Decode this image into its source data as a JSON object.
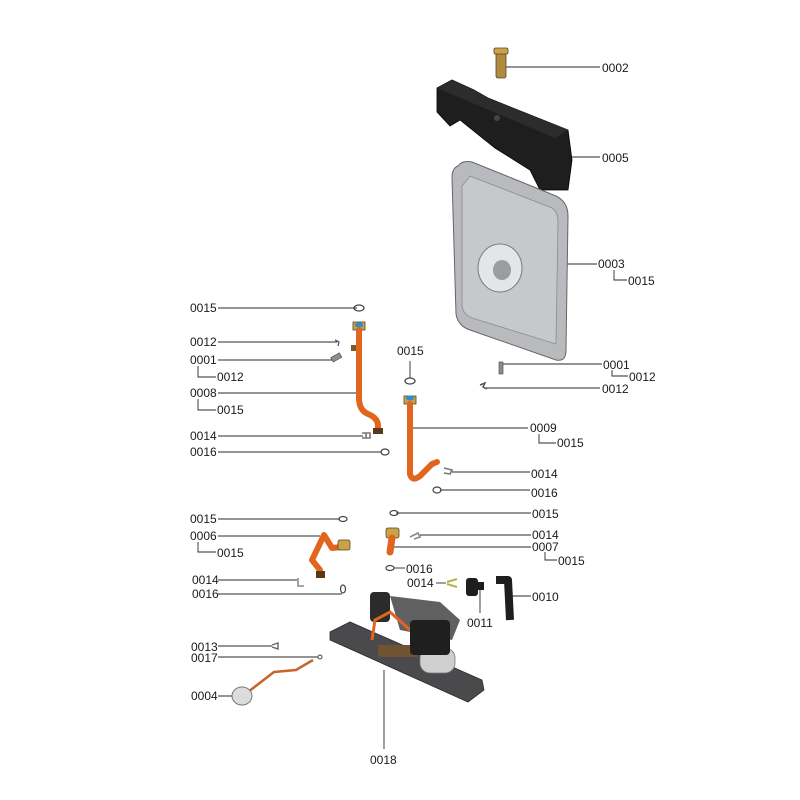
{
  "diagram": {
    "title": "Exploded parts diagram",
    "parts": [
      {
        "id": "p0002",
        "label": "0002",
        "name": "air-vent-valve"
      },
      {
        "id": "p0005",
        "label": "0005",
        "name": "heat-exchanger-cover"
      },
      {
        "id": "p0003",
        "label": "0003",
        "name": "heat-exchanger"
      },
      {
        "id": "p0001",
        "label": "0001",
        "name": "sensor"
      },
      {
        "id": "p0012",
        "label": "0012",
        "name": "clip"
      },
      {
        "id": "p0015",
        "label": "0015",
        "name": "o-ring"
      },
      {
        "id": "p0008",
        "label": "0008",
        "name": "pipe"
      },
      {
        "id": "p0009",
        "label": "0009",
        "name": "pipe"
      },
      {
        "id": "p0014",
        "label": "0014",
        "name": "clip"
      },
      {
        "id": "p0016",
        "label": "0016",
        "name": "o-ring"
      },
      {
        "id": "p0006",
        "label": "0006",
        "name": "pipe"
      },
      {
        "id": "p0007",
        "label": "0007",
        "name": "pipe-elbow"
      },
      {
        "id": "p0010",
        "label": "0010",
        "name": "hose"
      },
      {
        "id": "p0011",
        "label": "0011",
        "name": "connector"
      },
      {
        "id": "p0013",
        "label": "0013",
        "name": "clip"
      },
      {
        "id": "p0017",
        "label": "0017",
        "name": "o-ring"
      },
      {
        "id": "p0004",
        "label": "0004",
        "name": "pressure-gauge"
      },
      {
        "id": "p0018",
        "label": "0018",
        "name": "hydraulic-unit"
      }
    ],
    "callouts": [
      {
        "text": "0002"
      },
      {
        "text": "0005"
      },
      {
        "text": "0003"
      },
      {
        "text": "0015"
      },
      {
        "text": "0001"
      },
      {
        "text": "0012"
      },
      {
        "text": "0012"
      },
      {
        "text": "0015"
      },
      {
        "text": "0012"
      },
      {
        "text": "0001"
      },
      {
        "text": "0012"
      },
      {
        "text": "0008"
      },
      {
        "text": "0015"
      },
      {
        "text": "0014"
      },
      {
        "text": "0016"
      },
      {
        "text": "0015"
      },
      {
        "text": "0009"
      },
      {
        "text": "0015"
      },
      {
        "text": "0014"
      },
      {
        "text": "0016"
      },
      {
        "text": "0015"
      },
      {
        "text": "0014"
      },
      {
        "text": "0007"
      },
      {
        "text": "0015"
      },
      {
        "text": "0016"
      },
      {
        "text": "0014"
      },
      {
        "text": "0011"
      },
      {
        "text": "0010"
      },
      {
        "text": "0015"
      },
      {
        "text": "0006"
      },
      {
        "text": "0015"
      },
      {
        "text": "0014"
      },
      {
        "text": "0016"
      },
      {
        "text": "0013"
      },
      {
        "text": "0017"
      },
      {
        "text": "0004"
      },
      {
        "text": "0018"
      }
    ],
    "colors": {
      "copper": "#e0661f",
      "brass": "#c9a24a",
      "black_plastic": "#1e1e1e",
      "grey_metal": "#b8babd",
      "leader": "#2a2a2a"
    }
  }
}
